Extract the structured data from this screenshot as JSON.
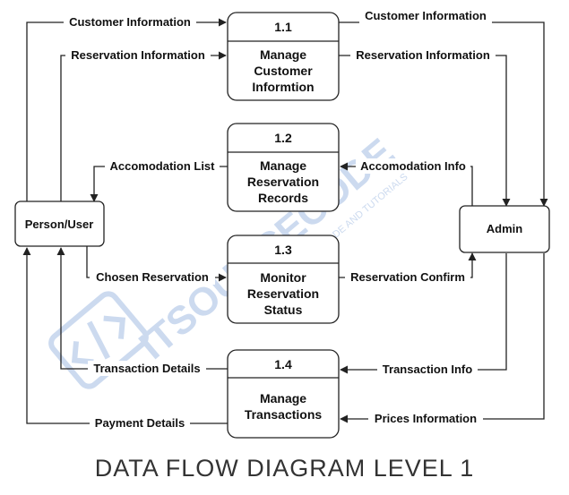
{
  "caption": "DATA FLOW DIAGRAM LEVEL 1",
  "watermark": {
    "text": "ITSOURCECODE",
    "tagline": "FREE SOURCE CODE AND TUTORIALS",
    "color": "#c7d7ee"
  },
  "entities": {
    "person_user": "Person/User",
    "admin": "Admin"
  },
  "processes": [
    {
      "id": "1.1",
      "name_lines": [
        "Manage",
        "Customer",
        "Informtion"
      ]
    },
    {
      "id": "1.2",
      "name_lines": [
        "Manage",
        "Reservation",
        "Records"
      ]
    },
    {
      "id": "1.3",
      "name_lines": [
        "Monitor",
        "Reservation",
        "Status"
      ]
    },
    {
      "id": "1.4",
      "name_lines": [
        "Manage",
        "Transactions"
      ]
    }
  ],
  "flows": {
    "customer_info_in": "Customer Information",
    "reservation_info_in": "Reservation Information",
    "customer_info_out": "Customer Information",
    "reservation_info_out": "Reservation Information",
    "accomodation_list": "Accomodation List",
    "accomodation_info": "Accomodation Info",
    "chosen_reservation": "Chosen Reservation",
    "reservation_confirm": "Reservation Confirm",
    "transaction_details": "Transaction Details",
    "transaction_info": "Transaction Info",
    "payment_details": "Payment Details",
    "prices_information": "Prices Information"
  }
}
